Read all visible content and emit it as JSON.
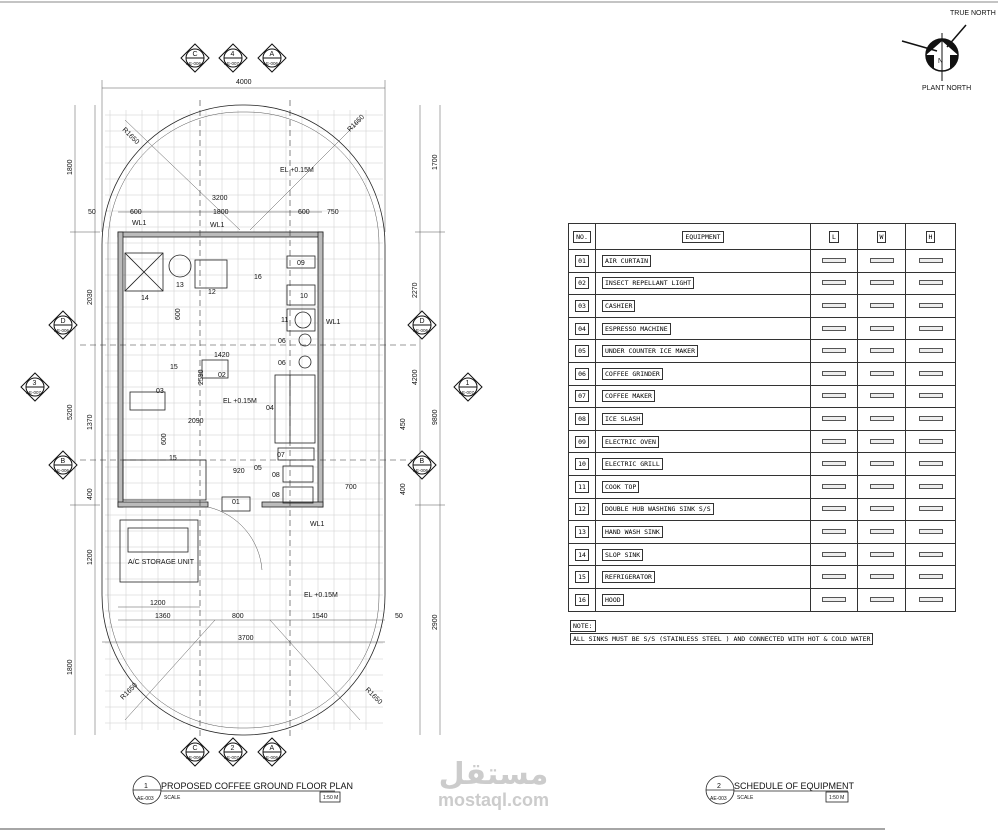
{
  "plan": {
    "title_number": "1",
    "title": "PROPOSED COFFEE GROUND FLOOR PLAN",
    "sheet_ref": "AE-003",
    "scale_label": "SCALE",
    "scale_value": "1:50 M",
    "section_markers": {
      "top": [
        {
          "letter": "C",
          "ref": "AE-006"
        },
        {
          "letter": "4",
          "ref": "AE-007"
        },
        {
          "letter": "A",
          "ref": "AE-006"
        }
      ],
      "bottom": [
        {
          "letter": "C",
          "ref": "AE-006"
        },
        {
          "letter": "2",
          "ref": "AE-007"
        },
        {
          "letter": "A",
          "ref": "AE-006"
        }
      ],
      "left": [
        {
          "letter": "D",
          "ref": "AE-006"
        },
        {
          "letter": "3",
          "ref": "AE-007"
        },
        {
          "letter": "B",
          "ref": "AE-006"
        }
      ],
      "right": [
        {
          "letter": "D",
          "ref": "AE-006"
        },
        {
          "letter": "1",
          "ref": "AE-007"
        },
        {
          "letter": "B",
          "ref": "AE-006"
        }
      ]
    },
    "dims": [
      "4000",
      "3200",
      "50",
      "600",
      "1800",
      "600",
      "750",
      "1800",
      "2030",
      "5200",
      "1370",
      "400",
      "1200",
      "1800",
      "1700",
      "2270",
      "4200",
      "9800",
      "2900",
      "1200",
      "1360",
      "800",
      "1540",
      "3700",
      "50",
      "R1650",
      "R1650",
      "R1650",
      "R1650",
      "600",
      "2590",
      "2090",
      "600",
      "1420",
      "920",
      "700",
      "450",
      "400"
    ],
    "levels": [
      "EL +0.15M",
      "EL +0.15M",
      "EL +0.15M"
    ],
    "tags": [
      "WL1",
      "WL1",
      "WL1",
      "WL1",
      "01",
      "02",
      "03",
      "04",
      "05",
      "06",
      "06",
      "07",
      "08",
      "08",
      "09",
      "10",
      "11",
      "12",
      "13",
      "14",
      "15",
      "15",
      "16"
    ],
    "storage_label": "A/C STORAGE UNIT"
  },
  "compass": {
    "true_north": "TRUE NORTH",
    "plant_north": "PLANT NORTH",
    "letter": "N"
  },
  "schedule": {
    "title_number": "2",
    "title": "SCHEDULE OF EQUIPMENT",
    "sheet_ref": "AE-003",
    "scale_label": "SCALE",
    "scale_value": "1:50 M",
    "headers": {
      "no": "NO.",
      "equipment": "EQUIPMENT",
      "l": "L",
      "w": "W",
      "h": "H"
    },
    "rows": [
      {
        "no": "01",
        "name": "AIR CURTAIN"
      },
      {
        "no": "02",
        "name": "INSECT REPELLANT LIGHT"
      },
      {
        "no": "03",
        "name": "CASHIER"
      },
      {
        "no": "04",
        "name": "ESPRESSO MACHINE"
      },
      {
        "no": "05",
        "name": "UNDER COUNTER ICE MAKER"
      },
      {
        "no": "06",
        "name": "COFFEE GRINDER"
      },
      {
        "no": "07",
        "name": "COFFEE MAKER"
      },
      {
        "no": "08",
        "name": "ICE SLASH"
      },
      {
        "no": "09",
        "name": "ELECTRIC OVEN"
      },
      {
        "no": "10",
        "name": "ELECTRIC GRILL"
      },
      {
        "no": "11",
        "name": "COOK TOP"
      },
      {
        "no": "12",
        "name": "DOUBLE HUB WASHING SINK S/S"
      },
      {
        "no": "13",
        "name": "HAND WASH SINK"
      },
      {
        "no": "14",
        "name": "SLOP SINK"
      },
      {
        "no": "15",
        "name": "REFRIGERATOR"
      },
      {
        "no": "16",
        "name": "HOOD"
      }
    ],
    "note_label": "NOTE:",
    "note": "ALL SINKS MUST BE S/S (STAINLESS STEEL ) AND  CONNECTED WITH HOT & COLD WATER"
  },
  "watermark": {
    "arabic": "مستقل",
    "latin": "mostaql.com"
  }
}
